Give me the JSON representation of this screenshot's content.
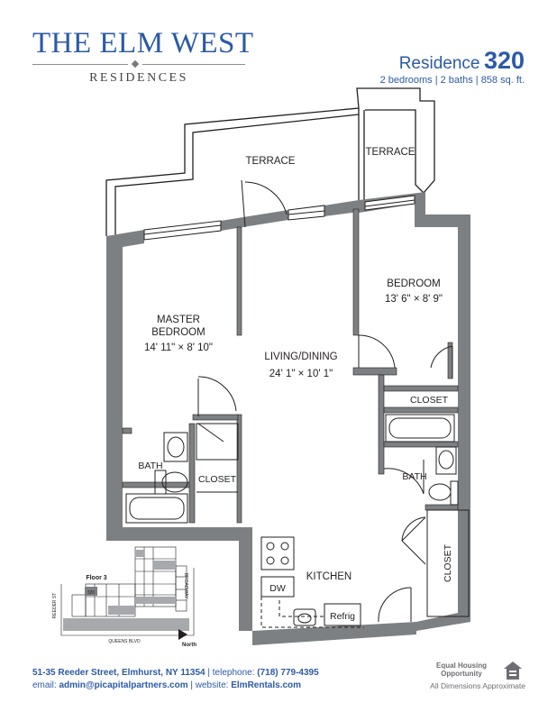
{
  "brand": {
    "name": "THE ELM WEST",
    "subtitle": "RESIDENCES"
  },
  "residence": {
    "label": "Residence",
    "number": "320",
    "specs": "2 bedrooms | 2 baths | 858 sq. ft."
  },
  "rooms": {
    "terrace_main": "TERRACE",
    "terrace_side": "TERRACE",
    "master_name_1": "MASTER",
    "master_name_2": "BEDROOM",
    "master_dims": "14' 11\" × 8' 10\"",
    "living_name": "LIVING/DINING",
    "living_dims": "24' 1\" × 10' 1\"",
    "bedroom_name": "BEDROOM",
    "bedroom_dims": "13' 6\" × 8' 9\"",
    "closet_top": "CLOSET",
    "bath_left": "BATH",
    "closet_left": "CLOSET",
    "bath_right": "BATH",
    "closet_right": "CLOSET",
    "kitchen": "KITCHEN",
    "dw": "DW",
    "refrig": "Refrig"
  },
  "keyplan": {
    "floor_label": "Floor 3",
    "unit_label": "320",
    "north_label": "North",
    "street_bottom": "QUEENS BLVD",
    "street_left": "REEDER ST",
    "street_right": "BROADWAY"
  },
  "footer": {
    "address": "51-35 Reeder Street, Elmhurst, NY 11354",
    "telephone_label": "telephone:",
    "telephone": "(718) 779-4395",
    "email_label": "email:",
    "email": "admin@picapitalpartners.com",
    "website_label": "website:",
    "website": "ElmRentals.com",
    "equal_housing_1": "Equal Housing",
    "equal_housing_2": "Opportunity",
    "dimensions_note": "All Dimensions Approximate"
  },
  "colors": {
    "brand_blue": "#2b5aa6",
    "wall_gray": "#7d8082",
    "text": "#231f20"
  }
}
